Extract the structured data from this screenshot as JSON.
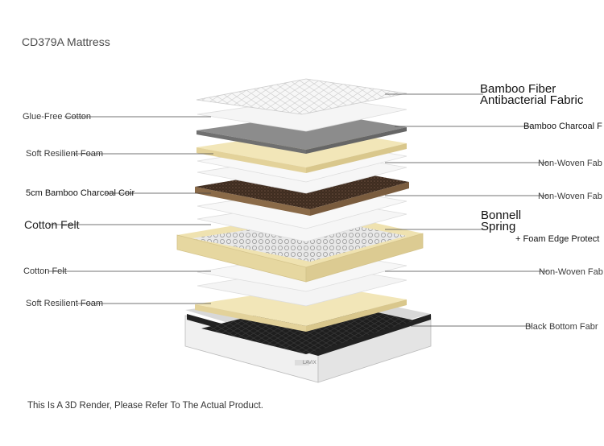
{
  "title": "CD379A Mattress",
  "footnote": "This Is A 3D Render, Please Refer To The Actual Product.",
  "left_labels": {
    "glue_free_cotton": "Glue-Free Cotton",
    "soft_foam_top": "Soft Resilient Foam",
    "coir": "5cm Bamboo Charcoal Coir",
    "cotton_felt_top": "Cotton Felt",
    "cotton_felt_bottom": "Cotton Felt",
    "soft_foam_bottom": "Soft Resilient Foam"
  },
  "right_labels": {
    "bamboo_fiber_1": "Bamboo Fiber",
    "bamboo_fiber_2": "Antibacterial Fabric",
    "bamboo_charcoal": "Bamboo Charcoal F",
    "non_woven_1": "Non-Woven Fab",
    "non_woven_2": "Non-Woven Fab",
    "bonnell_1": "Bonnell",
    "bonnell_2": "Spring",
    "foam_edge": "+ Foam Edge Protect",
    "non_woven_3": "Non-Woven Fab",
    "black_bottom": "Black Bottom Fabr"
  },
  "base_brand": "LAVIX",
  "colors": {
    "foam": "#f2e6b8",
    "coir": "#4a3526",
    "charcoal_fabric": "#8a8a8a",
    "bottom_fabric": "#1e1e1e",
    "leader_line": "#444444"
  }
}
